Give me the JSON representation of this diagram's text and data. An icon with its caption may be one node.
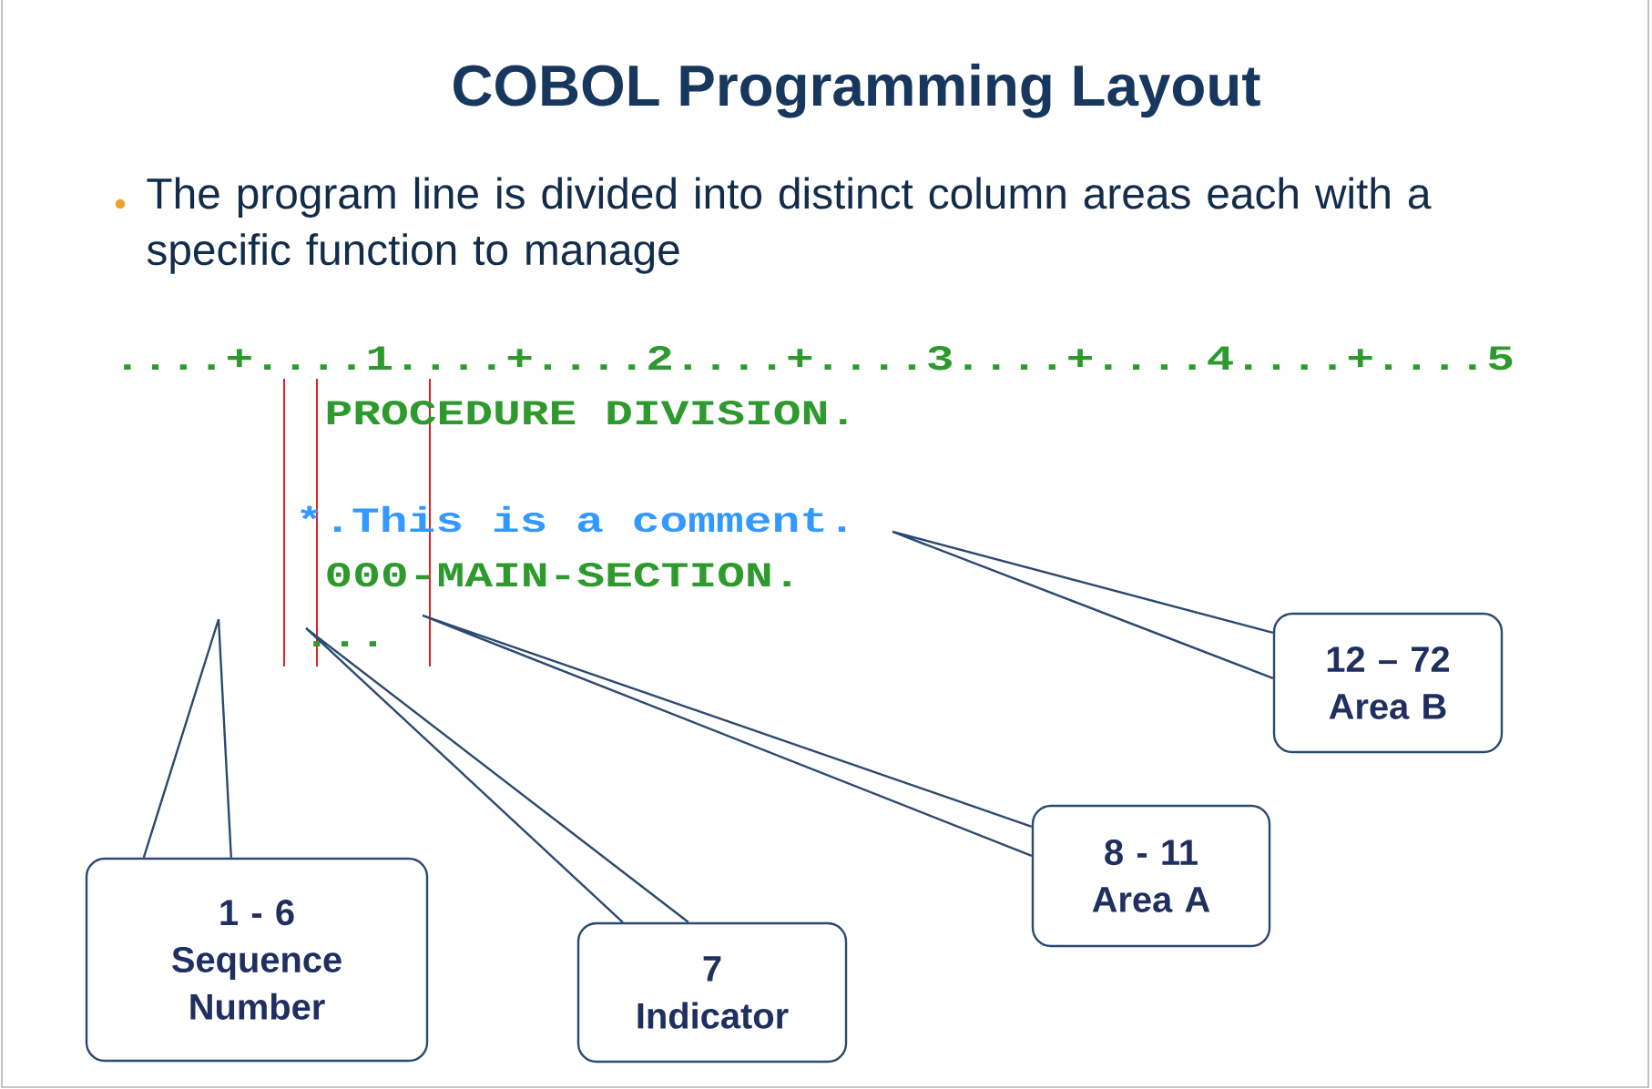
{
  "diagram": {
    "title": "COBOL Programming Layout",
    "nodes": [
      {
        "text": [
          "12 – 72",
          "Area B"
        ]
      },
      {
        "text": [
          "8 - 11",
          "Area A"
        ]
      },
      {
        "text": [
          "1 - 6",
          "Sequence Number"
        ]
      },
      {
        "text": [
          "7",
          "Indicator"
        ]
      }
    ],
    "edges": [
      {
        "from": 0,
        "to": null,
        "arrow": "none"
      },
      {
        "from": 1,
        "to": null,
        "arrow": "none"
      },
      {
        "from": 2,
        "to": null,
        "arrow": "none"
      },
      {
        "from": 3,
        "to": null,
        "arrow": "none"
      }
    ],
    "labels": [
      "The program line is divided into distinct column areas each with a specific function to manage",
      "....+....1....+....2....+....3....+....4....+....5",
      "PROCEDURE DIVISION.",
      "*.This is a comment.",
      "000-MAIN-SECTION.",
      "..."
    ]
  }
}
